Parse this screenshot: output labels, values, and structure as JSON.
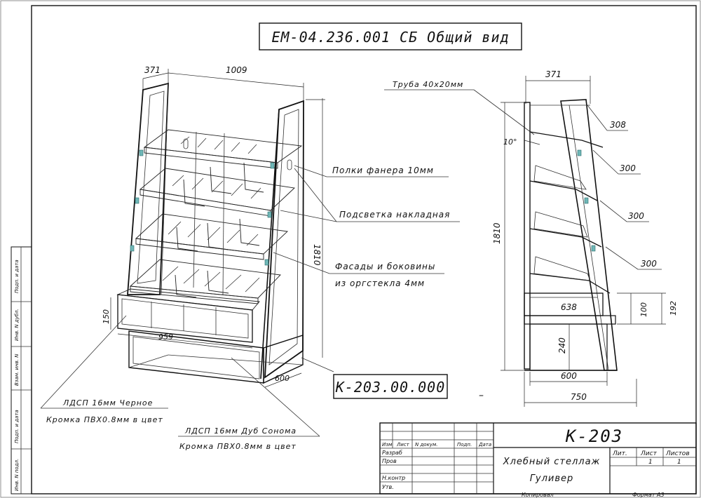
{
  "title_box": {
    "text": "ЕМ-04.236.001 СБ  Общий вид"
  },
  "front_view": {
    "dim_depth": "371",
    "dim_width": "1009",
    "dim_height": "1810",
    "dim_drawer_h": "150",
    "dim_drawer_w": "959",
    "dim_base_depth": "600"
  },
  "side_view": {
    "dim_depth_top": "371",
    "pipe_label": "Труба 40х20мм",
    "angle": "10°",
    "dim_height": "1810",
    "shelf_dims": [
      "308",
      "300",
      "300",
      "300"
    ],
    "dim_drawer_depth": "638",
    "dim_drawer_h": "100",
    "dim_192": "192",
    "dim_240": "240",
    "dim_base_depth": "600",
    "dim_total_depth": "750"
  },
  "callouts": {
    "shelves": "Полки фанера 10мм",
    "lighting": "Подсветка накладная",
    "facades_line1": "Фасады и боковины",
    "facades_line2": "из оргстекла 4мм",
    "chip_black_line1": "ЛДСП 16мм Черное",
    "chip_black_line2": "Кромка ПВХ0.8мм в цвет",
    "chip_oak_line1": "ЛДСП 16мм Дуб Сонома",
    "chip_oak_line2": "Кромка ПВХ0.8мм в цвет"
  },
  "part_number_box": {
    "text": "К-203.00.000"
  },
  "dash_mark": "–",
  "title_block": {
    "designation": "К-203",
    "name_line1": "Хлебный стеллаж",
    "name_line2": "Гуливер",
    "col_headers": [
      "Изм",
      "Лист",
      "N докум.",
      "Подп.",
      "Дата"
    ],
    "row_labels": [
      "Разраб",
      "Пров",
      "",
      "Н.контр",
      "Утв."
    ],
    "lit_header": "Лит.",
    "sheet_header": "Лист",
    "sheets_header": "Листов",
    "sheet_value": "1",
    "sheets_value": "1",
    "copied": "Копировал",
    "format": "Формат А3"
  },
  "side_strip": {
    "labels": [
      "Подп. и дата",
      "Инв. N дубл.",
      "Взам. инв. N",
      "Подп. и дата",
      "Инв. N подл."
    ]
  }
}
